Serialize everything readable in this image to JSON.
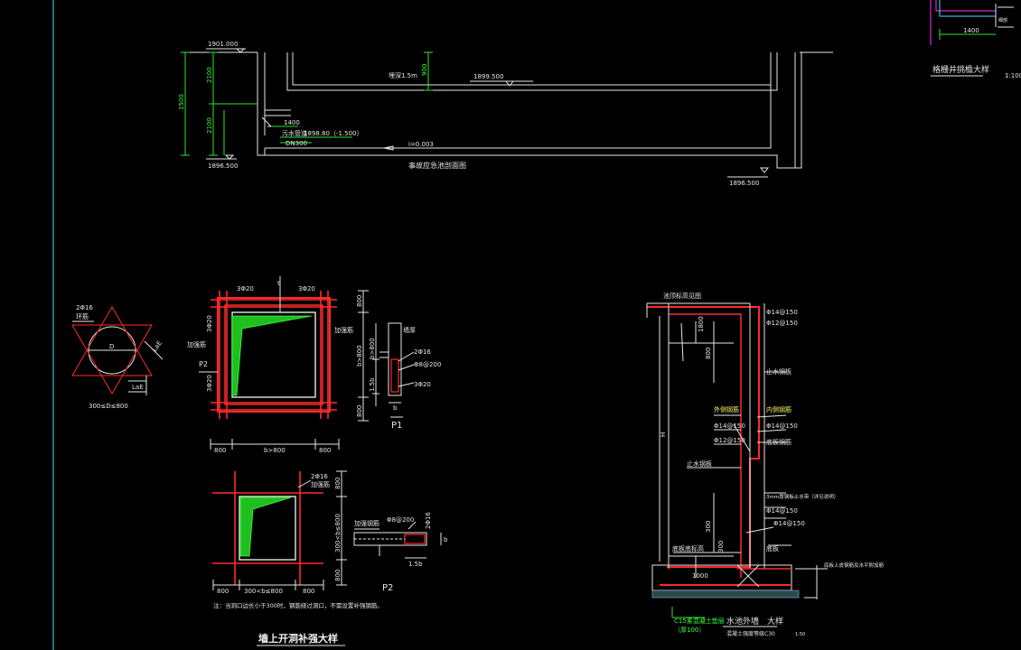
{
  "colors": {
    "background": "#000000",
    "line": "#e6e6e6",
    "dimension": "#2ee62e",
    "rebar": "#ff2a2a",
    "hatch": "#3cff3c",
    "accent_magenta": "#ff33ff",
    "frame": "#3fe0ff"
  },
  "top_section": {
    "elev_top_left": "1901.000",
    "elev_bottom_left": "1896.500",
    "elev_bottom_right": "1896.500",
    "elev_water": "1899.500",
    "dim_total": "1500",
    "dim_upper": "2100",
    "dim_lower": "2100",
    "dim_small": "900",
    "text_depth": "埋深1.5m",
    "text_pipe_label": "污水管道",
    "text_pipe_elev": "1898.80（-1.500）",
    "text_pipe_dia": "DN300",
    "text_pipe_dim": "1400",
    "text_slope": "i=0.003",
    "caption": "事故应急池剖面图"
  },
  "top_right_detail": {
    "dim": "1400",
    "note": "细部",
    "caption": "格栅井挑檐大样",
    "scale": "1:100"
  },
  "ring_detail": {
    "label_top": "2Φ16",
    "label_top2": "环筋",
    "label_d": "D",
    "label_lae": "LaE",
    "label_lae2": "LaE",
    "caption": "300≤D≤800"
  },
  "p1_opening": {
    "top_bar": "3Φ20",
    "top_bar_right": "3Φ20",
    "left_bar1": "3Φ20",
    "left_bar2": "3Φ20",
    "left_label": "加强筋",
    "right_label": "加强筋",
    "mark": "P2",
    "dim_right_top": "800",
    "dim_right_mid": "b>800",
    "dim_right_bot": "800",
    "dim_bot_left": "800",
    "dim_bot_mid": "b>800",
    "dim_bot_right": "800",
    "top_tick": "t"
  },
  "p1_section": {
    "label_a": "2Φ16",
    "label_b": "Φ8@200",
    "label_c": "3Φ20",
    "label_d": "墙厚",
    "dim_v": "b>800",
    "dim_v2": "1.5b",
    "dim_h": "b",
    "caption": "P1"
  },
  "p2_opening": {
    "label": "2Φ16",
    "label2": "加强筋",
    "dim_right_top": "800",
    "dim_right_mid": "300<b≤800",
    "dim_right_bot": "800",
    "dim_bot_left": "800",
    "dim_bot_mid": "300<b≤800",
    "dim_bot_right": "800",
    "note": "注：当洞口边长小于300时，钢筋绕过洞口，不需设置补强钢筋。"
  },
  "p2_section": {
    "label_a": "加强钢筋",
    "label_b": "Φ8@200",
    "label_c": "2Φ16",
    "dim_h": "1.5b",
    "dim_v": "b",
    "caption": "P2"
  },
  "main_title": "墙上开洞补强大样",
  "wall_detail": {
    "top_label": "池顶标高见图",
    "dim_h": "H",
    "dim_a": "1800",
    "dim_b": "800",
    "dim_c": "300",
    "dim_d": "300",
    "dim_e": "1000",
    "lbl_1": "Φ14@150",
    "lbl_2": "Φ12@150",
    "lbl_3": "止水钢板",
    "lbl_4": "外侧钢筋",
    "lbl_5": "内侧钢筋",
    "lbl_6": "Φ14@150",
    "lbl_7": "Φ14@150",
    "lbl_8": "Φ12@150",
    "lbl_9": "底板钢筋",
    "lbl_10": "止水钢板",
    "lbl_11": "3mm厚钢板止水带（详见说明）",
    "lbl_12": "Φ14@150",
    "lbl_13": "底板底标高",
    "lbl_14": "Φ14@150",
    "lbl_15": "底板",
    "lbl_16": "底板上皮钢筋及水平附加筋",
    "bottom_note": "C15素混凝土垫层",
    "bottom_note2": "（厚100）",
    "caption": "水池外墙　大样",
    "caption_sub": "混凝土强度等级C30",
    "scale": "1:50"
  }
}
